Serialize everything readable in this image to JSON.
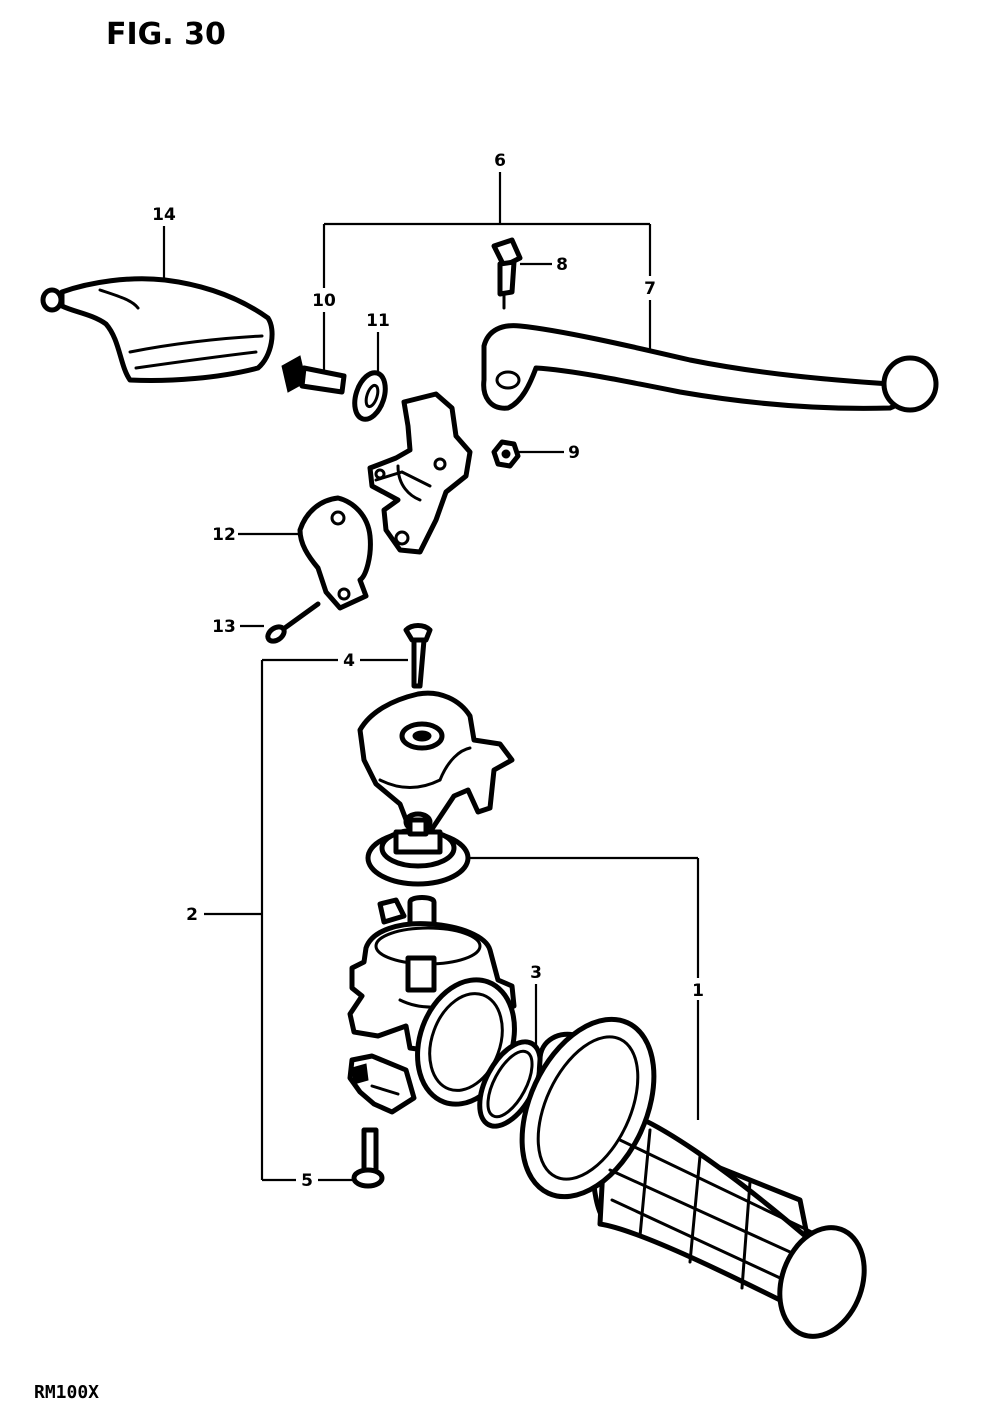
{
  "figure": {
    "title": "FIG. 30",
    "model": "RM100X"
  },
  "callouts": {
    "c1": "1",
    "c2": "2",
    "c3": "3",
    "c4": "4",
    "c5": "5",
    "c6": "6",
    "c7": "7",
    "c8": "8",
    "c9": "9",
    "c10": "10",
    "c11": "11",
    "c12": "12",
    "c13": "13",
    "c14": "14"
  },
  "colors": {
    "ink": "#000000",
    "paper": "#ffffff"
  }
}
